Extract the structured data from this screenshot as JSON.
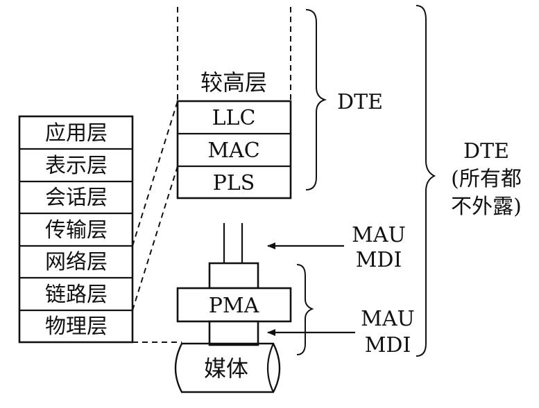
{
  "osi_layers": [
    "应用层",
    "表示层",
    "会话层",
    "传输层",
    "网络层",
    "链路层",
    "物理层"
  ],
  "dte_stack": {
    "upper_label": "较高层",
    "layers": [
      "LLC",
      "MAC",
      "PLS"
    ]
  },
  "pma_label": "PMA",
  "medium_label": "媒体",
  "dte_brace_label": "DTE",
  "dte_all_label": [
    "DTE",
    "(所有都",
    "不外露)"
  ],
  "interface_upper": [
    "MAU",
    "MDI"
  ],
  "interface_lower": [
    "MAU",
    "MDI"
  ]
}
